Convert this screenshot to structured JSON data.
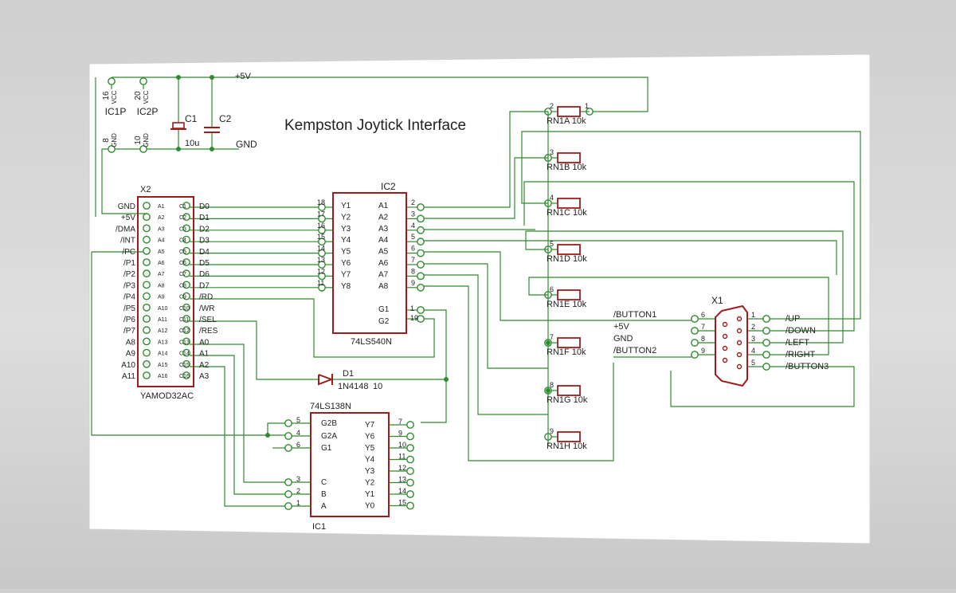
{
  "title": "Kempston Joytick Interface",
  "colors": {
    "wire": "#2e8b2e",
    "part": "#a01c1c",
    "text": "#222222",
    "sheet": "#ffffff"
  },
  "power": {
    "vcc_label": "+5V",
    "gnd_label": "GND"
  },
  "x2": {
    "name": "X2",
    "value": "YAMOD32AC",
    "left_labels": [
      "GND",
      "+5V",
      "/DMA",
      "/INT",
      "/PC",
      "/P1",
      "/P2",
      "/P3",
      "/P4",
      "/P5",
      "/P6",
      "/P7",
      "A8",
      "A9",
      "A10",
      "A11"
    ],
    "right_labels": [
      "D0",
      "D1",
      "D2",
      "D3",
      "D4",
      "D5",
      "D6",
      "D7",
      "/RD",
      "/WR",
      "/SEL",
      "/RES",
      "A0",
      "A1",
      "A2",
      "A3"
    ]
  },
  "ic1p": {
    "name": "IC1P",
    "vcc": "VCC",
    "gnd": "GND",
    "vcc_pin": "16",
    "gnd_pin": "8"
  },
  "ic2p": {
    "name": "IC2P",
    "vcc": "VCC",
    "gnd": "GND",
    "vcc_pin": "20",
    "gnd_pin": "10"
  },
  "c1": {
    "name": "C1",
    "value": "10u"
  },
  "c2": {
    "name": "C2"
  },
  "ic2": {
    "name": "IC2",
    "value": "74LS540N",
    "left_pins": [
      "18",
      "17",
      "16",
      "15",
      "14",
      "13",
      "12",
      "11"
    ],
    "y_labels": [
      "Y1",
      "Y2",
      "Y3",
      "Y4",
      "Y5",
      "Y6",
      "Y7",
      "Y8"
    ],
    "a_labels": [
      "A1",
      "A2",
      "A3",
      "A4",
      "A5",
      "A6",
      "A7",
      "A8"
    ],
    "right_pins": [
      "2",
      "3",
      "4",
      "5",
      "6",
      "7",
      "8",
      "9"
    ],
    "g_labels": [
      "G1",
      "G2"
    ],
    "g_pins": [
      "1",
      "19"
    ]
  },
  "d1": {
    "name": "D1",
    "value": "1N4148",
    "extra": "10"
  },
  "ic1": {
    "name": "IC1",
    "value": "74LS138N",
    "left_labels": [
      "G2B",
      "G2A",
      "G1",
      "C",
      "B",
      "A"
    ],
    "left_pins": [
      "5",
      "4",
      "6",
      "3",
      "2",
      "1"
    ],
    "right_labels": [
      "Y7",
      "Y6",
      "Y5",
      "Y4",
      "Y3",
      "Y2",
      "Y1",
      "Y0"
    ],
    "right_pins": [
      "7",
      "9",
      "10",
      "11",
      "12",
      "13",
      "14",
      "15"
    ]
  },
  "resistors": [
    {
      "name": "RN1A",
      "value": "10k",
      "pin": "2",
      "pin2": "1"
    },
    {
      "name": "RN1B",
      "value": "10k",
      "pin": "3"
    },
    {
      "name": "RN1C",
      "value": "10k",
      "pin": "4"
    },
    {
      "name": "RN1D",
      "value": "10k",
      "pin": "5"
    },
    {
      "name": "RN1E",
      "value": "10k",
      "pin": "6"
    },
    {
      "name": "RN1F",
      "value": "10k",
      "pin": "7"
    },
    {
      "name": "RN1G",
      "value": "10k",
      "pin": "8"
    },
    {
      "name": "RN1H",
      "value": "10k",
      "pin": "9"
    }
  ],
  "x1": {
    "name": "X1",
    "left_labels": [
      "/BUTTON1",
      "+5V",
      "GND",
      "/BUTTON2"
    ],
    "left_pins": [
      "6",
      "7",
      "8",
      "9"
    ],
    "right_labels": [
      "/UP",
      "/DOWN",
      "/LEFT",
      "/RIGHT",
      "/BUTTON3"
    ],
    "right_pins": [
      "1",
      "2",
      "3",
      "4",
      "5"
    ]
  }
}
